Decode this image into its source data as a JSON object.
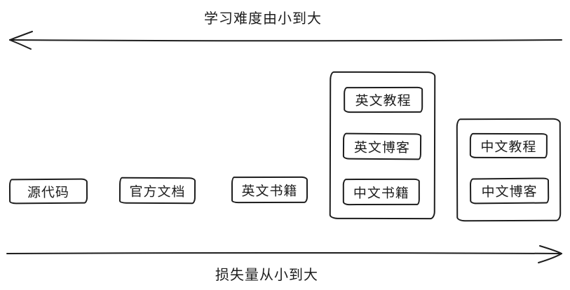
{
  "colors": {
    "ink": "#1d1d1d",
    "background": "#ffffff"
  },
  "axes": {
    "top": {
      "label": "学习难度由小到大",
      "direction": "left"
    },
    "bottom": {
      "label": "损失量从小到大",
      "direction": "right"
    }
  },
  "boxes": [
    {
      "label": "源代码"
    },
    {
      "label": "官方文档"
    },
    {
      "label": "英文书籍"
    }
  ],
  "groups": [
    {
      "items": [
        {
          "label": "英文教程"
        },
        {
          "label": "英文博客"
        },
        {
          "label": "中文书籍"
        }
      ]
    },
    {
      "items": [
        {
          "label": "中文教程"
        },
        {
          "label": "中文博客"
        }
      ]
    }
  ]
}
